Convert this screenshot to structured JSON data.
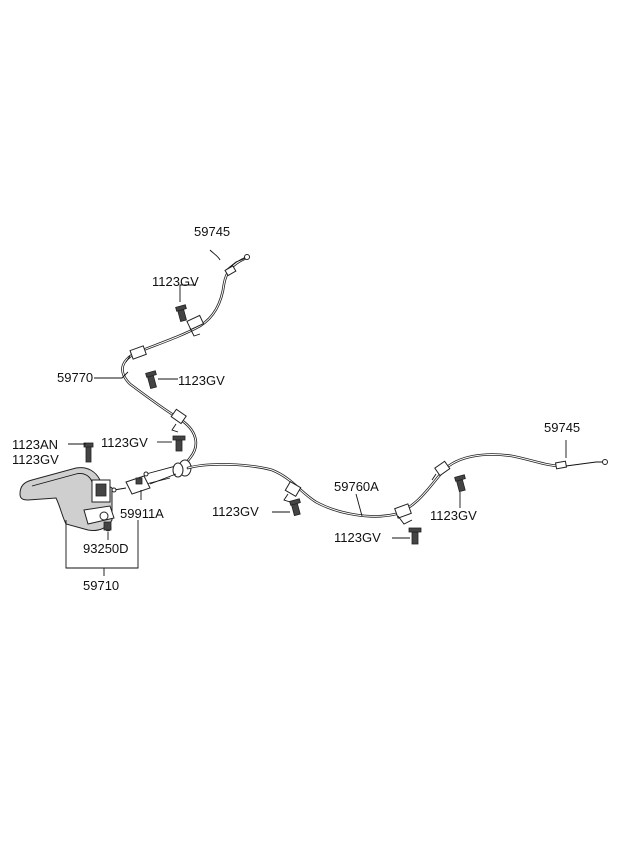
{
  "labels": {
    "p59745_top": "59745",
    "p1123gv_a": "1123GV",
    "p59770": "59770",
    "p1123gv_b": "1123GV",
    "p1123an": "1123AN",
    "p1123gv_c": "1123GV",
    "p1123gv_d": "1123GV",
    "p59911a": "59911A",
    "p93250d": "93250D",
    "p59710": "59710",
    "p59745_right": "59745",
    "p59760a": "59760A",
    "p1123gv_e": "1123GV",
    "p1123gv_f": "1123GV",
    "p1123gv_g": "1123GV"
  },
  "colors": {
    "line": "#222222",
    "lever_fill": "#d0d0d0",
    "background": "#ffffff"
  }
}
